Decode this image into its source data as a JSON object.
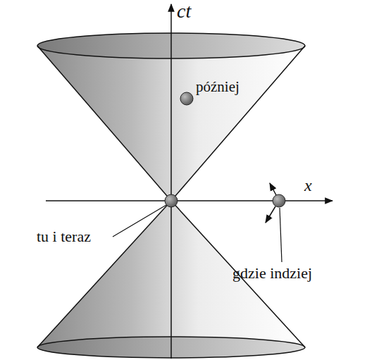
{
  "diagram": {
    "labels": [
      "ct",
      "x",
      "później",
      "tu i teraz",
      "gdzie indziej"
    ]
  }
}
